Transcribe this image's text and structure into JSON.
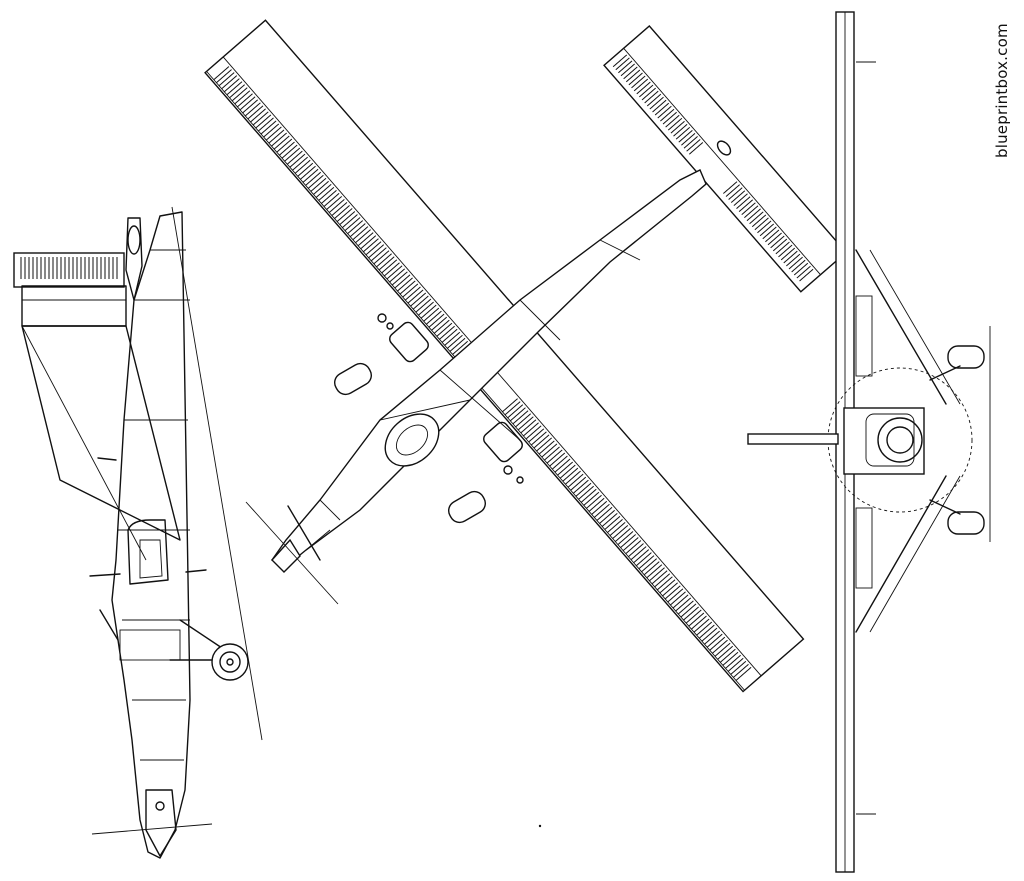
{
  "watermark": {
    "text": "blueprintbox.com"
  },
  "views": [
    {
      "id": "side",
      "icon": "aircraft-side-view-icon"
    },
    {
      "id": "top",
      "icon": "aircraft-top-view-icon"
    },
    {
      "id": "front",
      "icon": "aircraft-front-view-icon"
    }
  ],
  "colors": {
    "ink": "#111111",
    "paper": "#ffffff"
  }
}
